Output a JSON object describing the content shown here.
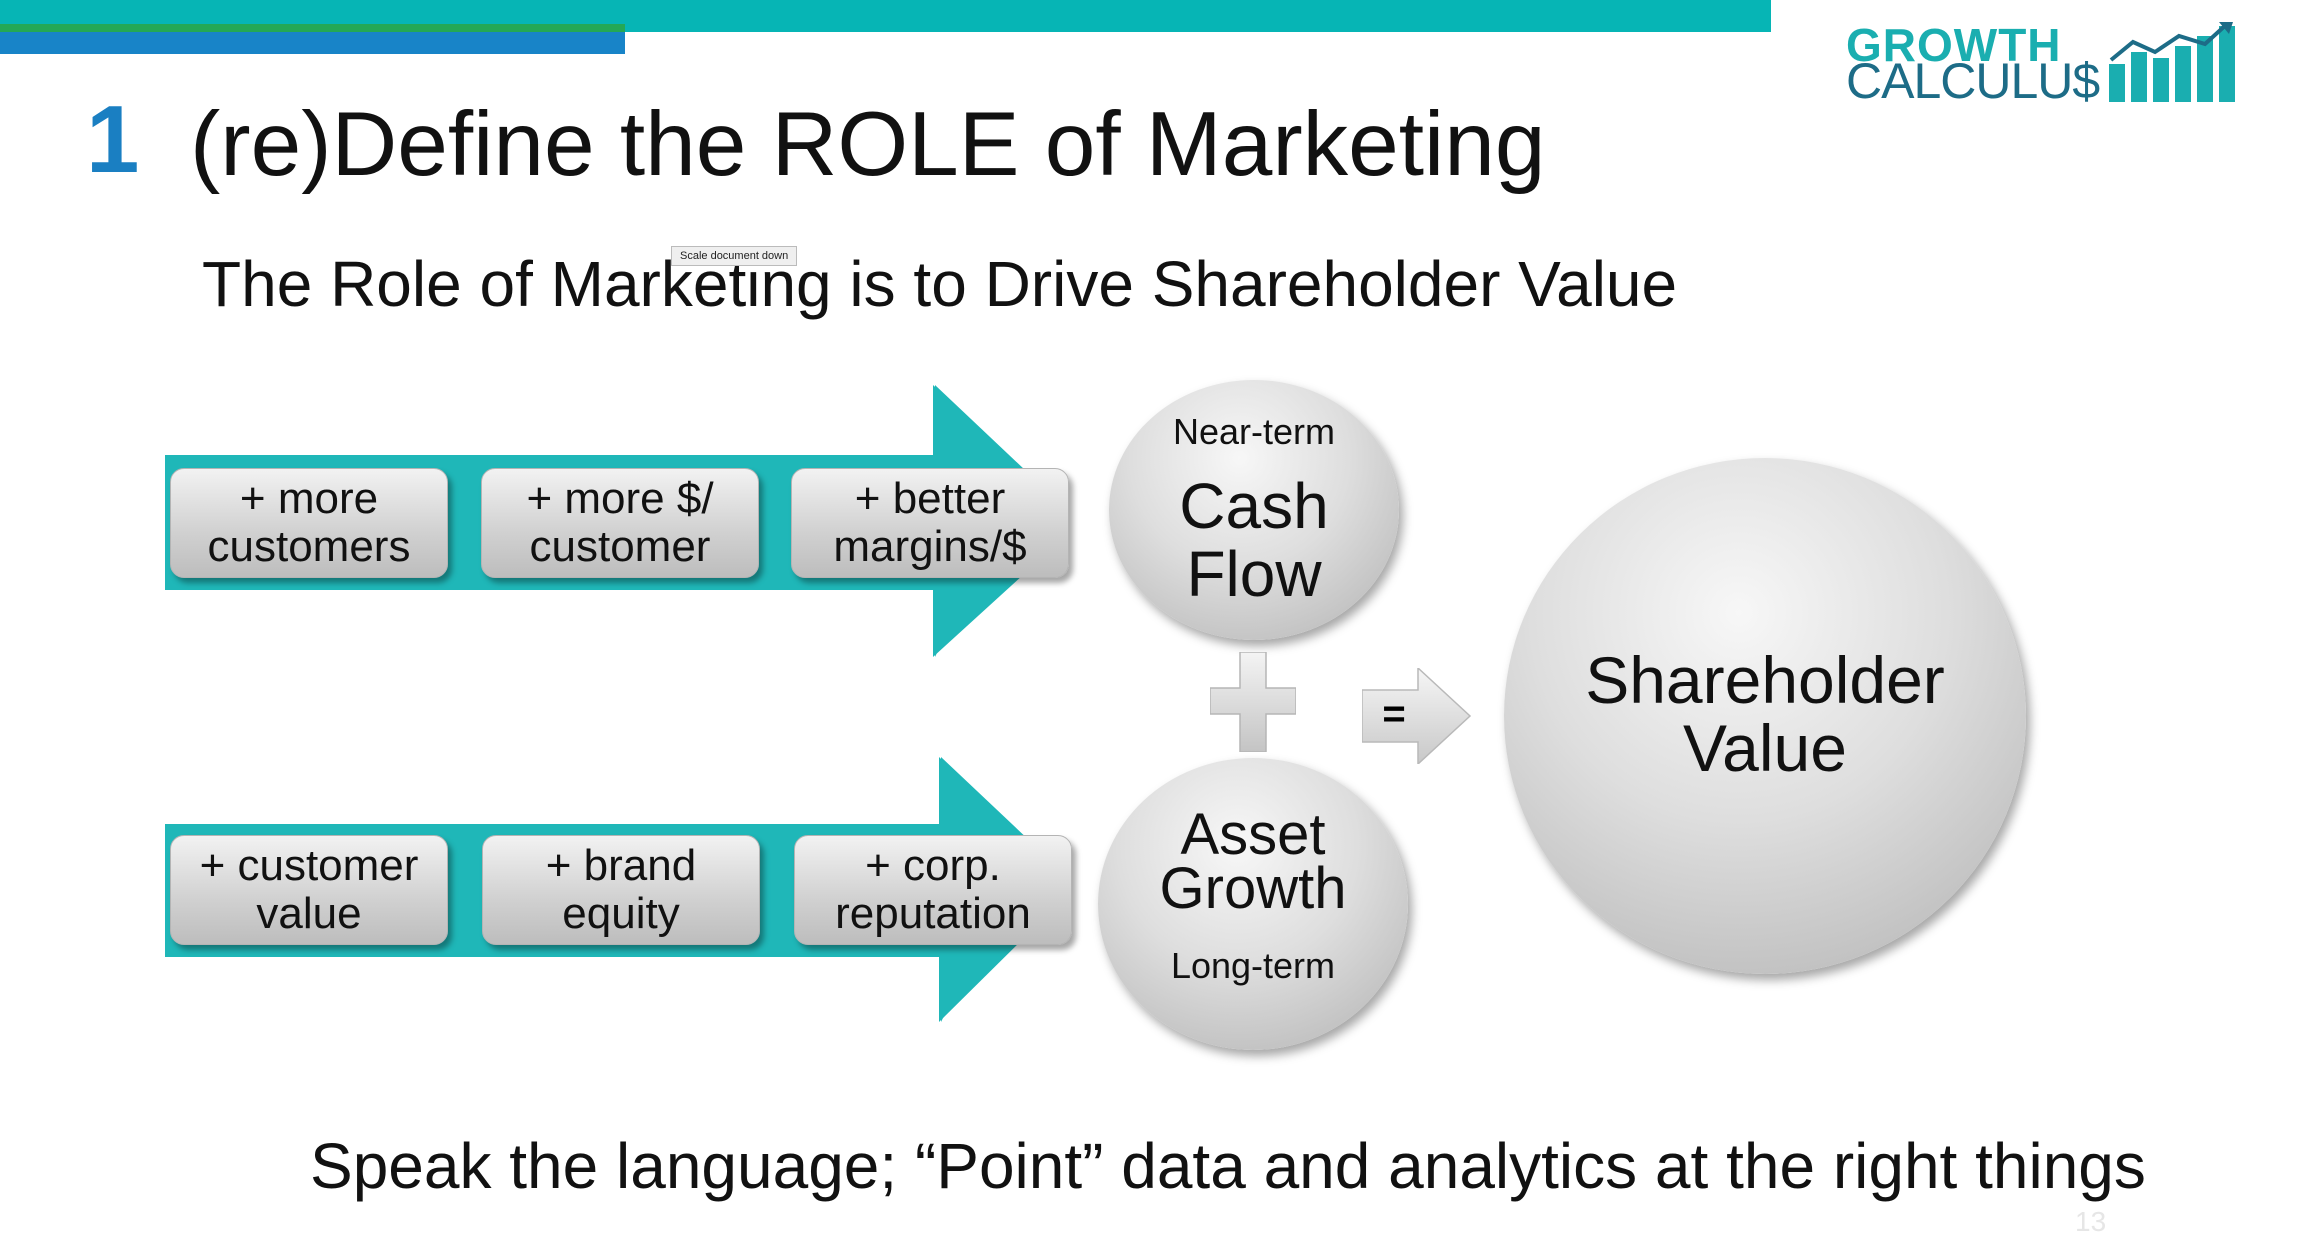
{
  "logo": {
    "line1": "GROWTH",
    "line2": "CALCULU$"
  },
  "slide_number": "1",
  "title": "(re)Define the ROLE of Marketing",
  "subtitle": "The Role of Marketing is to Drive Shareholder Value",
  "tooltip": "Scale document down",
  "top_row": {
    "boxes": [
      "+ more\ncustomers",
      "+ more $/\ncustomer",
      "+ better\nmargins/$"
    ]
  },
  "bottom_row": {
    "boxes": [
      "+ customer\nvalue",
      "+ brand\nequity",
      "+ corp.\nreputation"
    ]
  },
  "cash_flow": {
    "caption": "Near-term",
    "label": "Cash\nFlow"
  },
  "asset_growth": {
    "label": "Asset\nGrowth",
    "caption": "Long-term"
  },
  "equals_label": "=",
  "shareholder_value": "Shareholder\nValue",
  "footer_statement": "Speak the language; “Point” data and analytics at the right things",
  "page_number": "13",
  "colors": {
    "teal": "#06b5b5",
    "blue": "#1884c8",
    "green": "#24a855",
    "arrow_teal": "#1fb7b8",
    "logo_dark": "#1d6c87"
  },
  "icons": [
    "growth-chart-icon",
    "plus-icon",
    "equals-arrow-icon"
  ]
}
